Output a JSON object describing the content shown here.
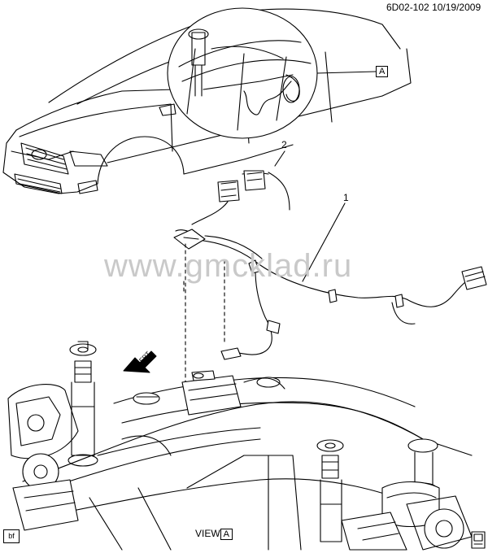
{
  "header": {
    "code": "6D02-102",
    "date": "10/19/2009"
  },
  "callouts": {
    "view_ref": "A",
    "part_1": "1",
    "part_2": "2"
  },
  "view_label": {
    "text": "VIEW",
    "letter": "A"
  },
  "frt_label": "FRT",
  "watermark": "www.gmcklad.ru",
  "corner_left": "bf",
  "colors": {
    "line": "#000000",
    "watermark": "#c9c9c9"
  },
  "icons": [
    "car-outline",
    "detail-circle",
    "wiring-harness",
    "rear-subframe",
    "shock-absorber",
    "front-arrow-icon",
    "page-corner-icon"
  ]
}
